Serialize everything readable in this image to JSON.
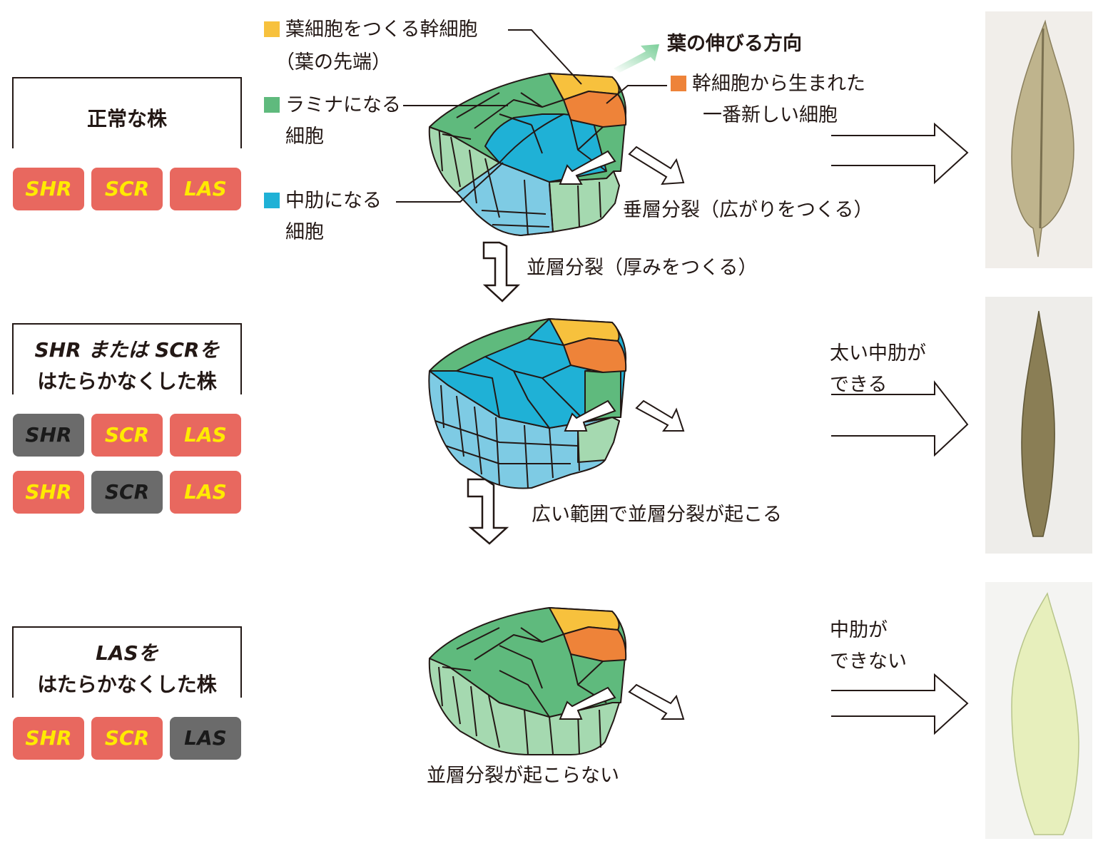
{
  "rows": [
    {
      "label_lines": [
        "正常な株"
      ],
      "genes": [
        [
          {
            "name": "SHR",
            "active": true
          },
          {
            "name": "SCR",
            "active": true
          },
          {
            "name": "LAS",
            "active": true
          }
        ]
      ]
    },
    {
      "label_lines": [
        "SHR または SCRを",
        "はたらかなくした株"
      ],
      "genes": [
        [
          {
            "name": "SHR",
            "active": false
          },
          {
            "name": "SCR",
            "active": true
          },
          {
            "name": "LAS",
            "active": true
          }
        ],
        [
          {
            "name": "SHR",
            "active": true
          },
          {
            "name": "SCR",
            "active": false
          },
          {
            "name": "LAS",
            "active": true
          }
        ]
      ]
    },
    {
      "label_lines": [
        "LASを",
        "はたらかなくした株"
      ],
      "genes": [
        [
          {
            "name": "SHR",
            "active": true
          },
          {
            "name": "SCR",
            "active": true
          },
          {
            "name": "LAS",
            "active": false
          }
        ]
      ]
    }
  ],
  "legend": {
    "stem_cell": {
      "line1": "葉細胞をつくる幹細胞",
      "line2": "（葉の先端）",
      "color": "#f7c13d"
    },
    "lamina": {
      "line1": "ラミナになる",
      "line2": "細胞",
      "color": "#5fba7d"
    },
    "midrib": {
      "line1": "中肋になる",
      "line2": "細胞",
      "color": "#1fb1d6"
    },
    "newest": {
      "line1": "幹細胞から生まれた",
      "line2": "一番新しい細胞",
      "color": "#ee8339"
    }
  },
  "direction_label": "葉の伸びる方向",
  "anticlinal_label": "垂層分裂（広がりをつくる）",
  "periclinal_label": "並層分裂（厚みをつくる）",
  "wide_periclinal_label": "広い範囲で並層分裂が起こる",
  "no_periclinal_label": "並層分裂が起こらない",
  "outcomes": [
    {
      "line1": "",
      "line2": ""
    },
    {
      "line1": "太い中肋が",
      "line2": "できる"
    },
    {
      "line1": "中肋が",
      "line2": "できない"
    }
  ],
  "colors": {
    "gene_active": "#e8685f",
    "gene_active_text": "#ffea00",
    "gene_inactive": "#6b6b6b",
    "lamina_light": "#a5d9b0",
    "midrib_light": "#7ecbe4"
  }
}
